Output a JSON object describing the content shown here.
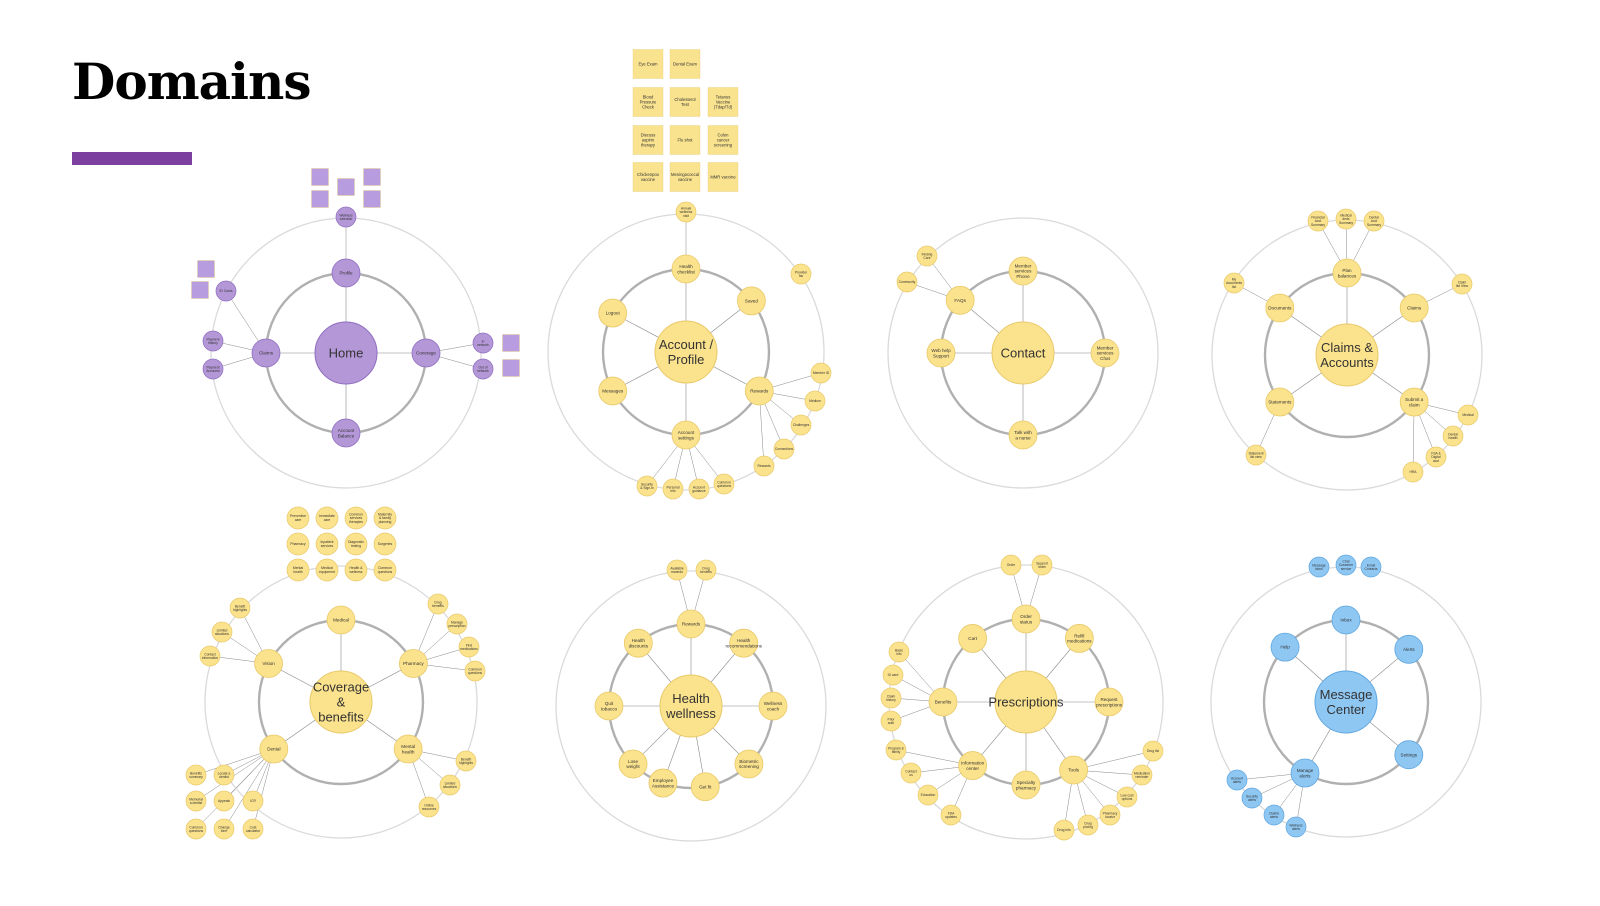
{
  "title": "Domains",
  "colors": {
    "accent": "#7b3fa0",
    "purple_node": "#b497d6",
    "purple_stroke": "#8e6cc0",
    "purple_note": "#b89ce0",
    "yellow_node": "#fbe28c",
    "yellow_stroke": "#e8c96a",
    "yellow_note": "#fae38f",
    "blue_node": "#8fc7f3",
    "blue_stroke": "#5fa6df",
    "ring_inner": "#b0b0b0",
    "ring_outer": "#dadada",
    "edge": "#888888"
  },
  "diagrams": [
    {
      "id": "home",
      "theme": "purple",
      "center_label": "Home",
      "inner": [
        "Profile",
        "Coverage",
        "Account Balance",
        "Claims"
      ],
      "outer": [
        "Wellness calendar",
        "ID Cards",
        "Payment history",
        "Payment Accounts",
        "In network",
        "Out of network"
      ],
      "notes": [
        "",
        "",
        "",
        "",
        "",
        "",
        "",
        "",
        "",
        "",
        "",
        ""
      ]
    },
    {
      "id": "account",
      "theme": "yellow",
      "center_label": "Account / Profile",
      "inner": [
        "Health checklist",
        "Saved",
        "Rewards",
        "Account settings",
        "Messages",
        "Logout"
      ],
      "outer": [
        "Annual wellness visit",
        "Provider fav",
        "Member ID",
        "Medium",
        "Challenges",
        "Connections",
        "Rewards",
        "Common questions",
        "Account guidance",
        "Personal info",
        "Security & Sign-in"
      ],
      "notes": [
        "Eye Exam",
        "Dental Exam",
        "Blood Pressure Check",
        "Cholesterol Test",
        "Tetanus Vaccine (Tdap/Td)",
        "Discuss aspirin therapy",
        "Flu shot",
        "Colon cancer screening",
        "Chickenpox vaccine",
        "Meningococcal vaccine",
        "MMR vaccine"
      ]
    },
    {
      "id": "contact",
      "theme": "yellow",
      "center_label": "Contact",
      "inner": [
        "Member services Phone",
        "Member services Chat",
        "Talk with a nurse",
        "Web help Support",
        "FAQs"
      ],
      "outer": [
        "Finding Care",
        "Community"
      ],
      "notes": []
    },
    {
      "id": "claims",
      "theme": "yellow",
      "center_label": "Claims & Accounts",
      "inner": [
        "Plan balances",
        "Claims",
        "Submit a claim",
        "Statements",
        "Documents"
      ],
      "outer": [
        "Financial Acct Summary",
        "Medical deds Summary",
        "Dental Acct Summary",
        "Claim list View",
        "Medical",
        "Dental health",
        "FSA & Digital acct",
        "HRA",
        "Statement list view",
        "My documents list"
      ],
      "notes": []
    },
    {
      "id": "coverage",
      "theme": "yellow",
      "center_label": "Coverage & benefits",
      "inner": [
        "Medical",
        "Pharmacy",
        "Mental health",
        "Dental",
        "Vision"
      ],
      "outer": [
        "Drug benefits",
        "Manage prescription",
        "Find medications",
        "Common questions",
        "Benefit highlights",
        "Limited situations",
        "Online resources",
        "Benefits summary",
        "Locate a dentist",
        "Appeals",
        "ICR",
        "Memorial a dentist",
        "Change form",
        "Cost calculator",
        "Common questions",
        "Contact information",
        "Limited situations",
        "Benefit highlights"
      ],
      "notes": [
        "Preventive care",
        "Immediate care",
        "Common services therapies",
        "Maternity & family planning",
        "Pharmacy",
        "Inpatient services",
        "Diagnostic testing",
        "Surgeries",
        "Mental health",
        "Medical equipment",
        "Health & wellness",
        "Common questions"
      ]
    },
    {
      "id": "health",
      "theme": "yellow",
      "center_label": "Health wellness",
      "inner": [
        "Rewards",
        "Health recommendations",
        "Wellness coach",
        "Biometric screening",
        "Get fit",
        "Employee Assistance",
        "Lose weight",
        "Quit tobacco",
        "Health discounts"
      ],
      "outer": [
        "Available rewards",
        "Drug benefits"
      ],
      "notes": []
    },
    {
      "id": "rx",
      "theme": "yellow",
      "center_label": "Prescriptions",
      "inner": [
        "Order status",
        "Refill medications",
        "Request prescriptions",
        "Tools",
        "Specialty pharmacy",
        "Information center",
        "Benefits",
        "Cart"
      ],
      "outer": [
        "Order",
        "Support team",
        "Drug list",
        "Medication reminder",
        "Low cost options",
        "Pharmacy locator",
        "Drug pricing",
        "Drug info",
        "FDA updates",
        "Education",
        "Contact us",
        "Program & family",
        "Prior auth",
        "Claim history",
        "ID card",
        "Basic info"
      ],
      "notes": []
    },
    {
      "id": "message",
      "theme": "blue",
      "center_label": "Message Center",
      "inner": [
        "Inbox",
        "Alerts",
        "Settings",
        "Manage alerts",
        "Help"
      ],
      "outer": [
        "Message inbox",
        "Chat Customer service",
        "Email Contacts",
        "Account alerts",
        "Security alerts",
        "Claims alerts",
        "Wellness alerts"
      ],
      "notes": []
    }
  ]
}
